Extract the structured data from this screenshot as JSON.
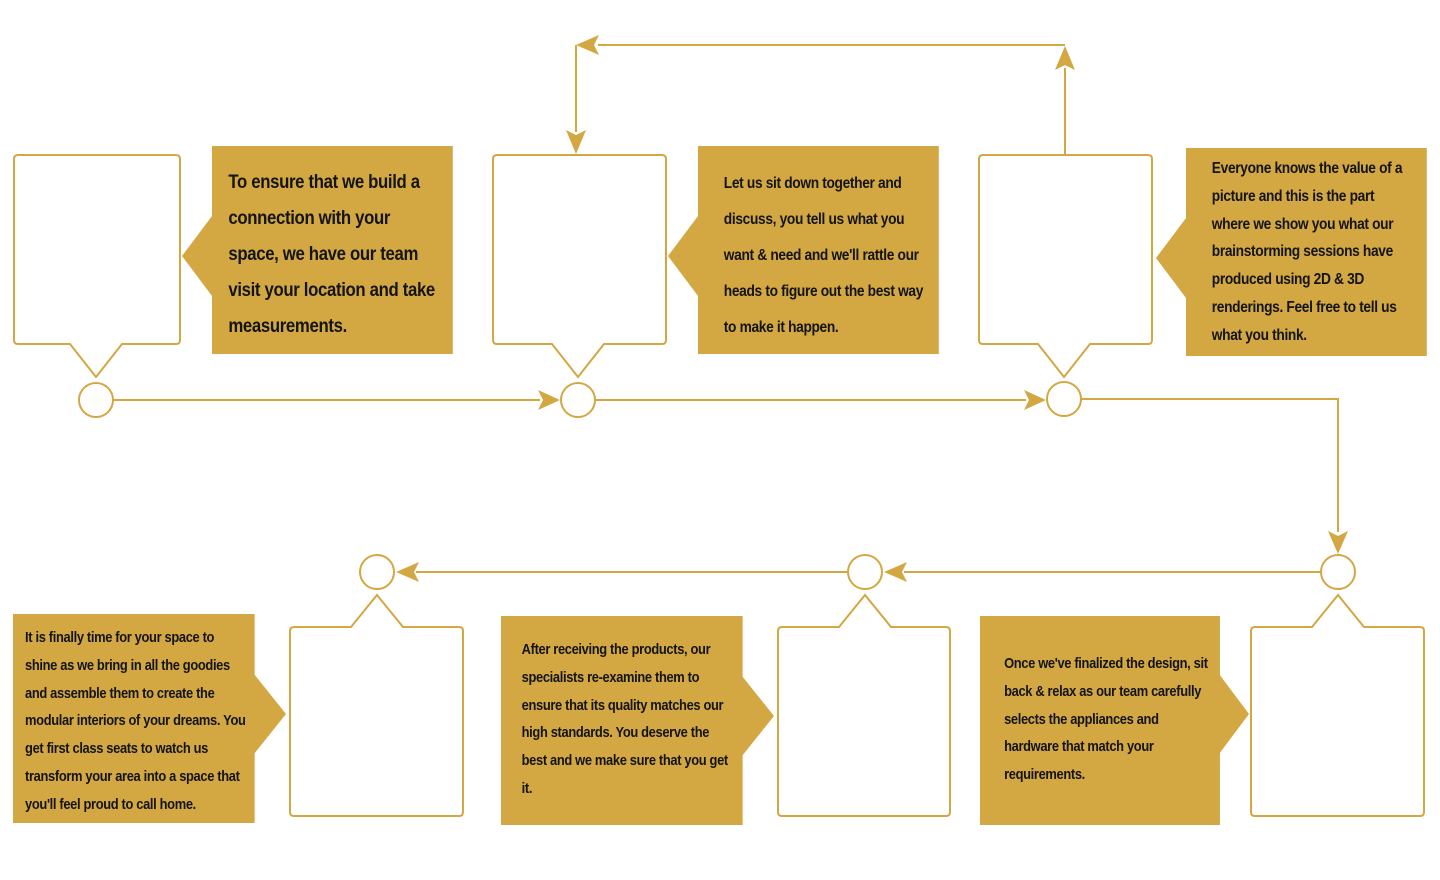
{
  "colors": {
    "accent": "#d3a843",
    "text": "#141414",
    "background": "#ffffff"
  },
  "steps": [
    {
      "description": "To ensure that we build a connection with your space, we have our team visit your location and take measurements."
    },
    {
      "description": "Let us sit down together and discuss, you tell us what you want & need and we'll rattle our heads to figure out the best way to make it happen."
    },
    {
      "description": "Everyone knows the value of a picture and this is the part where we show you what our brainstorming sessions have produced using 2D & 3D renderings. Feel free to tell us what you think."
    },
    {
      "description": "It is finally time for your space to shine as we bring in all the goodies and assemble them to create the modular interiors of your dreams. You get first class seats to watch us transform your area into a space that you'll feel proud to call home."
    },
    {
      "description": "After receiving the products, our specialists re-examine them to ensure that its quality matches our high standards. You deserve the best and we make sure that you get it."
    },
    {
      "description": "Once we've finalized the design, sit back & relax as our team carefully selects the appliances and hardware that match your requirements."
    }
  ]
}
